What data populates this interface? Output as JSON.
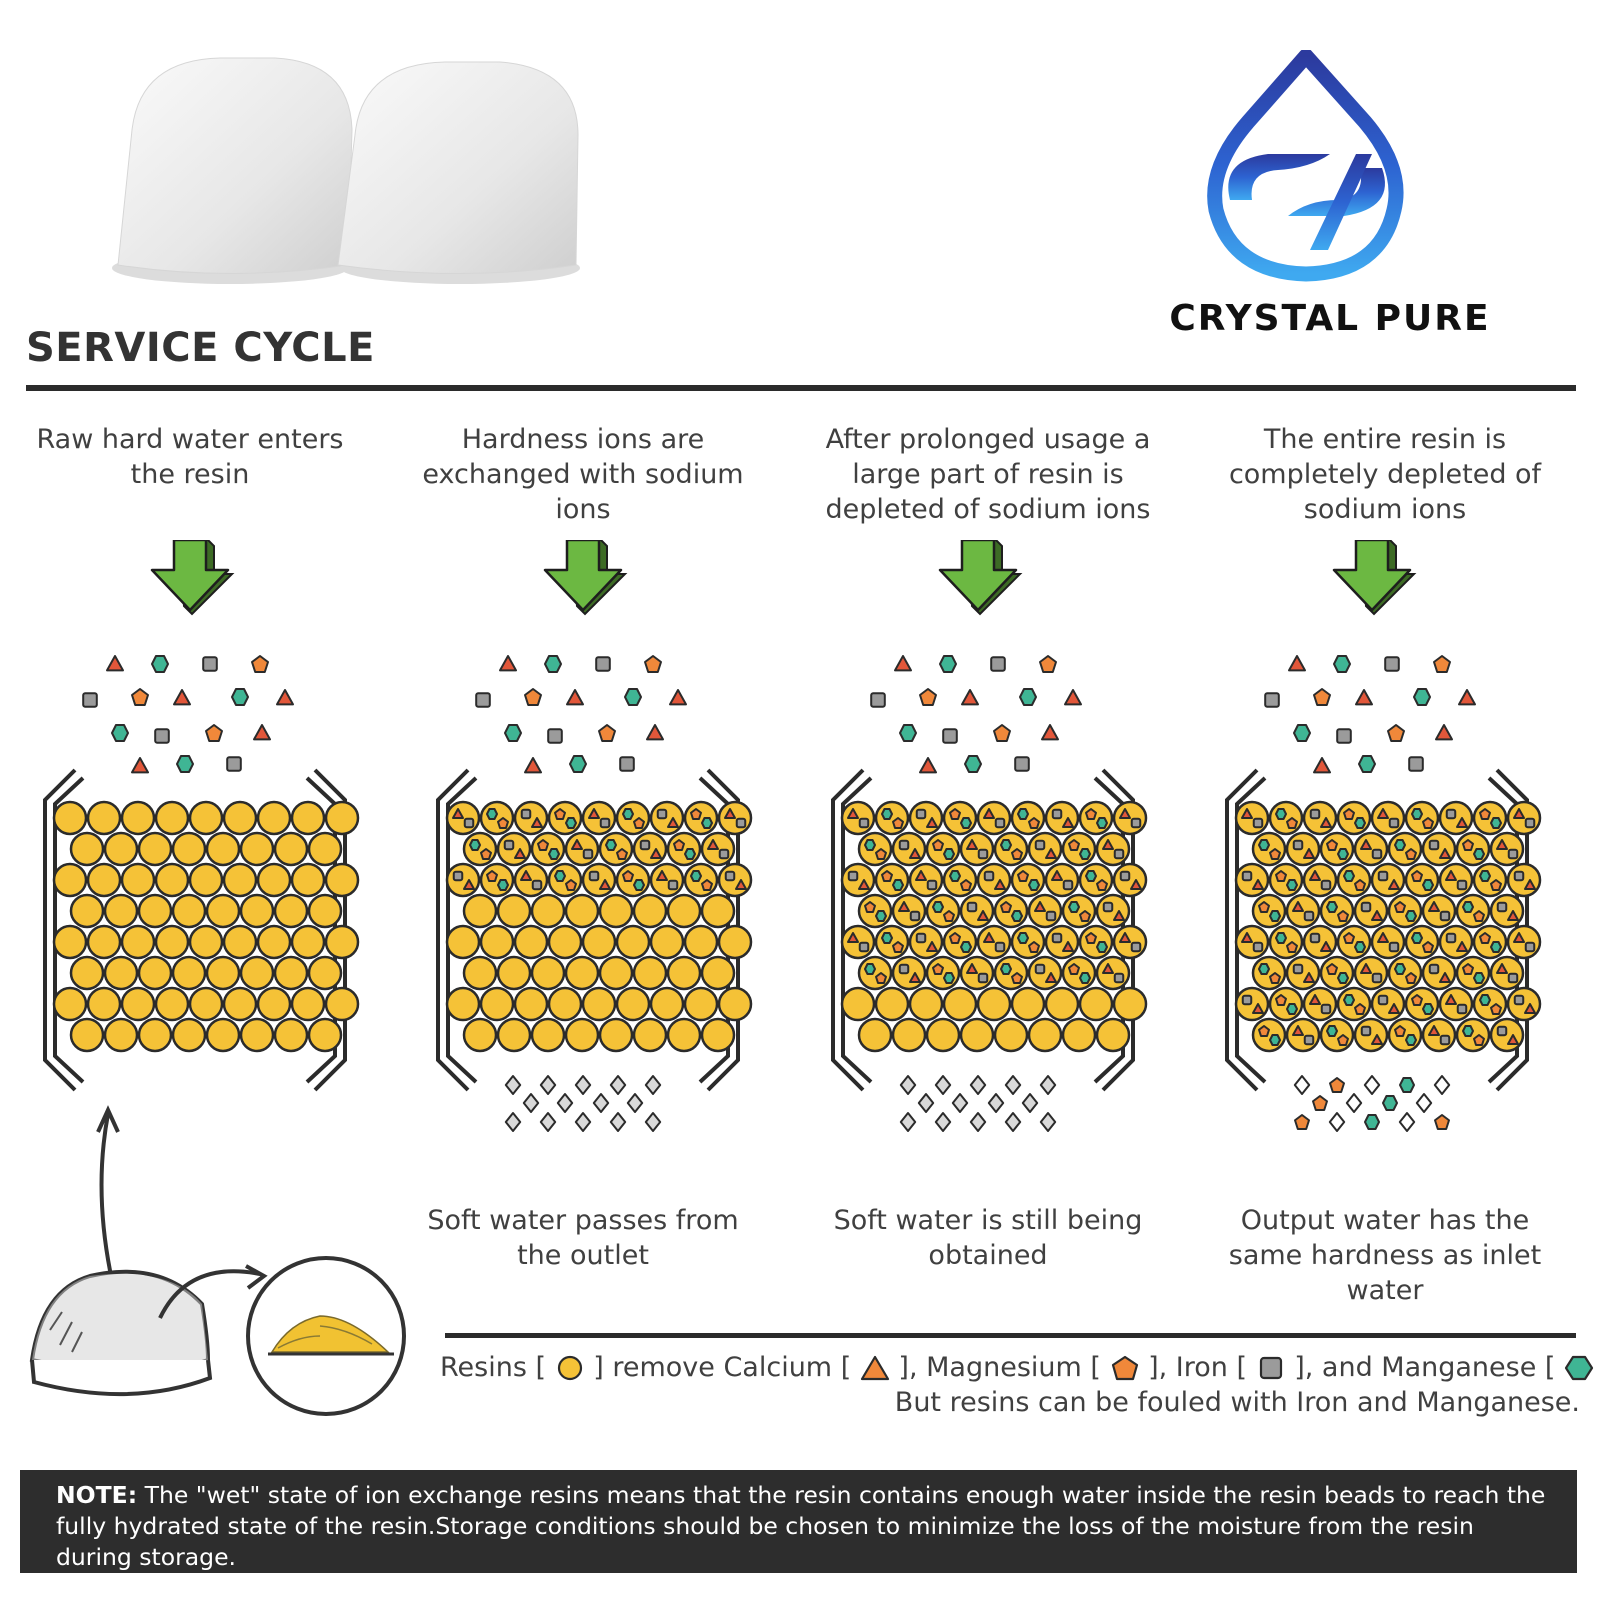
{
  "brand": {
    "name": "CRYSTAL PURE"
  },
  "section_title": "SERVICE CYCLE",
  "stages": [
    {
      "description": "Raw hard water enters the resin",
      "result": ""
    },
    {
      "description": "Hardness ions are exchanged with sodium ions",
      "result": "Soft water passes from the outlet"
    },
    {
      "description": "After prolonged usage a large part of resin is depleted of sodium ions",
      "result": "Soft water is still being obtained"
    },
    {
      "description": "The entire resin is completely depleted of sodium ions",
      "result": "Output water has the same hardness as inlet water"
    }
  ],
  "legend": {
    "line1": {
      "resins": "Resins [",
      "remove_calcium": "] remove Calcium [",
      "magnesium": "], Magnesium [",
      "iron": "], Iron [",
      "manganese": "], and Manganese [",
      "end": "]."
    },
    "line2": "But resins can be fouled with Iron and Manganese."
  },
  "note": {
    "label": "NOTE:",
    "text": "The \"wet\" state of ion exchange resins means that the resin contains enough water inside the resin beads to reach the fully hydrated state of the resin.Storage conditions should be chosen to minimize the loss of the moisture from the resin during storage."
  },
  "colors": {
    "resin": "#f5c237",
    "calcium": "#e2573a",
    "magnesium": "#f0883a",
    "iron": "#9b9b9b",
    "manganese": "#3fb594",
    "arrow": "#6cb842",
    "soft_ion": "#d9d9d9",
    "note_bar": "#2d2d2d"
  },
  "icons": [
    "water-drop-logo-icon",
    "down-arrow-icon",
    "resin-bead-icon",
    "calcium-triangle-icon",
    "magnesium-pentagon-icon",
    "iron-square-icon",
    "manganese-hexagon-icon"
  ]
}
